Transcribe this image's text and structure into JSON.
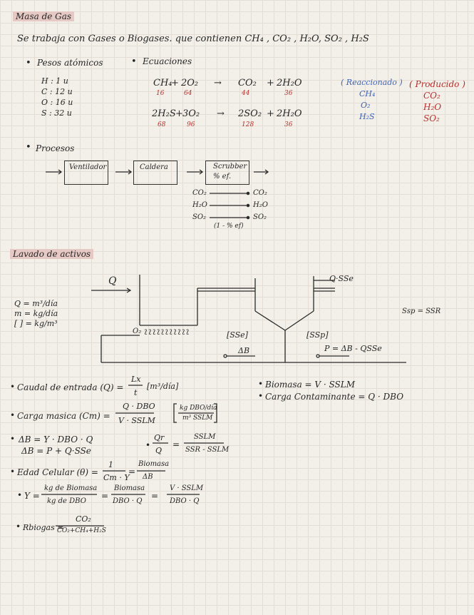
{
  "title1": "Masa de Gas",
  "intro": "Se trabaja con Gases o Biogases. que contienen  CH₄ , CO₂ , H₂O, SO₂ , H₂S",
  "pesos": {
    "heading": "Pesos atómicos",
    "items": [
      "H : 1 u",
      "C : 12 u",
      "O : 16 u",
      "S : 32 u"
    ]
  },
  "ecuaciones": {
    "heading": "Ecuaciones",
    "eq1": {
      "r1": "CH₄",
      "plus1": "+",
      "r2": "2O₂",
      "arrow": "→",
      "p1": "CO₂",
      "plus2": "+",
      "p2": "2H₂O",
      "w": [
        "16",
        "64",
        "44",
        "36"
      ]
    },
    "eq2": {
      "r1": "2H₂S",
      "plus1": "+",
      "r2": "3O₂",
      "arrow": "→",
      "p1": "2SO₂",
      "plus2": "+",
      "p2": "2H₂O",
      "w": [
        "68",
        "96",
        "128",
        "36"
      ]
    }
  },
  "reactivos": {
    "title": "( Reaccionado )",
    "items": [
      "CH₄",
      "O₂",
      "H₂S"
    ]
  },
  "productos": {
    "title": "( Producido )",
    "items": [
      "CO₂",
      "H₂O",
      "SO₂"
    ]
  },
  "procesos": {
    "heading": "Procesos",
    "box1": "Ventilador",
    "box2": "Caldera",
    "box3_l1": "Scrubber",
    "box3_l2": "% ef.",
    "flows": [
      "CO₂",
      "H₂O",
      "SO₂"
    ],
    "flows_out": [
      "CO₂",
      "H₂O",
      "SO₂"
    ],
    "factor": "(1 - % ef)"
  },
  "title2": "Lavado de activos",
  "lodos": {
    "q_in": "Q",
    "q_out": "Q·SSe",
    "units": [
      "Q = m³/día",
      "m = kg/día",
      "[ ] = kg/m³"
    ],
    "o2": "O₂",
    "bubbles": "ʅʅʅʅʅʅʅʅʅʅʅ",
    "sse": "[SSe]",
    "delta": "ΔB",
    "ssp": "[SSp]",
    "p_eq": "P = ΔB - QSSe",
    "ssp_eq": "Ssp = SSR"
  },
  "formulas": {
    "caudal_label": "Caudal de entrada (Q) =",
    "caudal_num": "Lx",
    "caudal_den": "t",
    "caudal_unit": "[m³/día]",
    "carga_label": "Carga masica (Cm) =",
    "carga_num": "Q · DBO",
    "carga_den": "V · SSLM",
    "carga_unit_num": "kg DBO/día",
    "carga_unit_den": "m³ SSLM",
    "biomasa": "Biomasa = V · SSLM",
    "carga_cont": "Carga Contaminante = Q · DBO",
    "db1": "ΔB = Y · DBO · Q",
    "db2": "ΔB = P + Q·SSe",
    "qr_num": "Qr",
    "qr_den": "Q",
    "qr_eq": "=",
    "qr_rnum": "SSLM",
    "qr_rden": "SSR - SSLM",
    "edad_label": "Edad Celular (θ) =",
    "edad_num": "1",
    "edad_den": "Cm · Y",
    "edad_eq": "=",
    "edad_rnum": "Biomasa",
    "edad_rden": "ΔB",
    "y_label": "Y =",
    "y_num": "kg de Biomasa",
    "y_den": "kg de DBO",
    "y_eq1": "=",
    "y_mnum": "Biomasa",
    "y_mden": "DBO · Q",
    "y_eq2": "=",
    "y_rnum": "V · SSLM",
    "y_rden": "DBO · Q",
    "rbiogas_label": "Rbiogas =",
    "rbiogas_num": "CO₂",
    "rbiogas_den": "CO₂+CH₄+H₂S"
  }
}
